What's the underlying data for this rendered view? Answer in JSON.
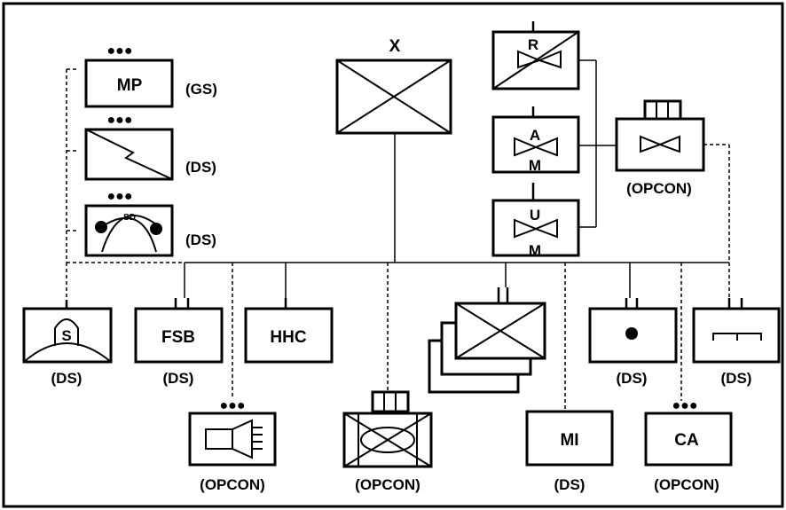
{
  "frame": {
    "border_color": "#000000",
    "background": "#ffffff"
  },
  "top": {
    "hq_label": "X",
    "mp": {
      "text": "MP",
      "relation": "(GS)",
      "size_dots": "●●●"
    },
    "signal": {
      "relation": "(DS)",
      "size_dots": "●●●"
    },
    "smoke": {
      "text": "SD",
      "relation": "(DS)",
      "size_dots": "●●●"
    },
    "recon": {
      "text": "R"
    },
    "armor": {
      "text_top": "A",
      "text_bottom": "M"
    },
    "aviation": {
      "text_top": "U",
      "text_bottom": "M"
    },
    "avn_bde": {
      "relation": "(OPCON)"
    }
  },
  "bottom": {
    "engineer": {
      "text": "S",
      "relation": "(DS)"
    },
    "fsb": {
      "text": "FSB",
      "relation": "(DS)"
    },
    "hhc": {
      "text": "HHC"
    },
    "chem": {
      "relation": "(DS)"
    },
    "rear": {
      "relation": "(DS)"
    },
    "searchlight": {
      "relation": "(OPCON)",
      "size_dots": "●●●"
    },
    "armored_cav": {
      "relation": "(OPCON)"
    },
    "mi": {
      "text": "MI",
      "relation": "(DS)"
    },
    "ca": {
      "text": "CA",
      "relation": "(OPCON)",
      "size_dots": "●●●"
    }
  }
}
